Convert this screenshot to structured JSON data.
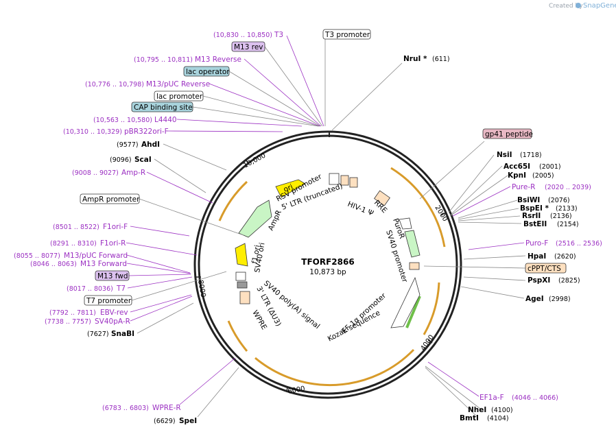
{
  "credit": {
    "prefix": "Created by",
    "brand": "SnapGene"
  },
  "plasmid": {
    "name": "TFORF2866",
    "length": "10,873 bp"
  },
  "ticks": [
    "2000",
    "4000",
    "6000",
    "8000",
    "10,000"
  ],
  "features_inner": [
    "RSV promoter",
    "5' LTR (truncated)",
    "HIV-1 Ψ",
    "RRE",
    "PuroR",
    "SV40 promoter",
    "EF-1α promoter",
    "Kozak sequence",
    "WPRE",
    "3' LTR (ΔU3)",
    "SV40 poly(A) signal",
    "SV40 ori",
    "f1 ori",
    "AmpR",
    "ori"
  ],
  "labels_left": [
    {
      "pos": "(10,830 .. 10,850)",
      "name": "T3"
    },
    {
      "name": "M13 rev",
      "box": true
    },
    {
      "pos": "(10,795 .. 10,811)",
      "name": "M13 Reverse"
    },
    {
      "name": "lac operator",
      "box": true
    },
    {
      "pos": "(10,776 .. 10,798)",
      "name": "M13/pUC Reverse"
    },
    {
      "name": "lac promoter",
      "box": true
    },
    {
      "name": "CAP binding site",
      "box": true
    },
    {
      "pos": "(10,563 .. 10,580)",
      "name": "L4440"
    },
    {
      "pos": "(10,310 .. 10,329)",
      "name": "pBR322ori-F"
    },
    {
      "pos": "(9577)",
      "name": "AhdI"
    },
    {
      "pos": "(9096)",
      "name": "ScaI"
    },
    {
      "pos": "(9008 .. 9027)",
      "name": "Amp-R"
    },
    {
      "name": "AmpR promoter",
      "box": true
    },
    {
      "pos": "(8501 .. 8522)",
      "name": "F1ori-F"
    },
    {
      "pos": "(8291 .. 8310)",
      "name": "F1ori-R"
    },
    {
      "pos": "(8055 .. 8077)",
      "name": "M13/pUC Forward"
    },
    {
      "pos": "(8046 .. 8063)",
      "name": "M13 Forward"
    },
    {
      "name": "M13 fwd",
      "box": true
    },
    {
      "pos": "(8017 .. 8036)",
      "name": "T7"
    },
    {
      "name": "T7 promoter",
      "box": true
    },
    {
      "pos": "(7792 .. 7811)",
      "name": "EBV-rev"
    },
    {
      "pos": "(7738 .. 7757)",
      "name": "SV40pA-R"
    },
    {
      "pos": "(7627)",
      "name": "SnaBI"
    },
    {
      "pos": "(6783 .. 6803)",
      "name": "WPRE-R"
    },
    {
      "pos": "(6629)",
      "name": "SpeI"
    }
  ],
  "labels_right": [
    {
      "name": "T3 promoter",
      "box": true
    },
    {
      "name": "NruI *",
      "pos": "(611)"
    },
    {
      "name": "gp41 peptide",
      "box": true
    },
    {
      "name": "NsiI",
      "pos": "(1718)"
    },
    {
      "name": "Acc65I",
      "pos": "(2001)"
    },
    {
      "name": "KpnI",
      "pos": "(2005)"
    },
    {
      "name": "Pure-R",
      "pos": "(2020 .. 2039)"
    },
    {
      "name": "BsiWI",
      "pos": "(2076)"
    },
    {
      "name": "BspEI *",
      "pos": "(2133)"
    },
    {
      "name": "RsrII",
      "pos": "(2136)"
    },
    {
      "name": "BstEII",
      "pos": "(2154)"
    },
    {
      "name": "Puro-F",
      "pos": "(2516 .. 2536)"
    },
    {
      "name": "HpaI",
      "pos": "(2620)"
    },
    {
      "name": "cPPT/CTS",
      "box": true
    },
    {
      "name": "PspXI",
      "pos": "(2825)"
    },
    {
      "name": "AgeI",
      "pos": "(2998)"
    },
    {
      "name": "EF1a-F",
      "pos": "(4046 .. 4066)"
    },
    {
      "name": "NheI",
      "pos": "(4100)"
    },
    {
      "name": "BmtI",
      "pos": "(4104)"
    }
  ]
}
